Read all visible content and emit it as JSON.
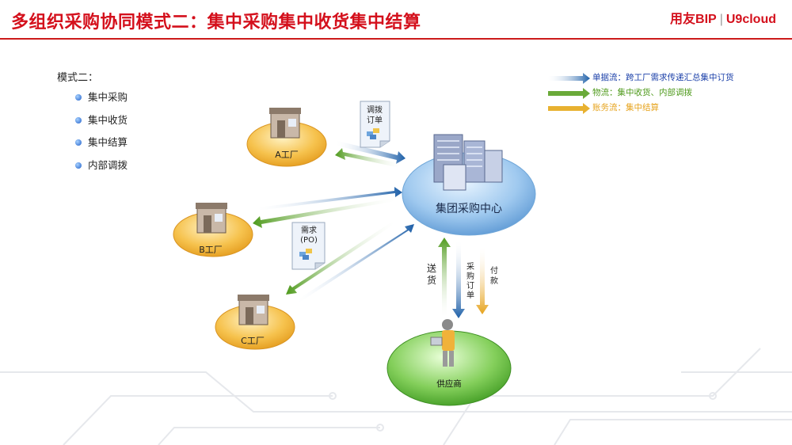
{
  "page": {
    "title": "多组织采购协同模式二：集中采购集中收货集中结算",
    "brand_main": "用友BIP",
    "brand_separator": "|",
    "brand_sub": "U9cloud"
  },
  "mode": {
    "heading": "模式二：",
    "items": [
      "集中采购",
      "集中收货",
      "集中结算",
      "内部调拨"
    ]
  },
  "legend": [
    {
      "text": "单据流：跨工厂需求传递汇总集中订货",
      "color": "#1a3fa8"
    },
    {
      "text": "物流：集中收货、内部调拨",
      "color": "#4f9a1c"
    },
    {
      "text": "账务流：集中结算",
      "color": "#e6a21a"
    }
  ],
  "nodes": {
    "center": "集团采购中心",
    "factory_a": "A工厂",
    "factory_b": "B工厂",
    "factory_c": "C工厂",
    "supplier": "供应商"
  },
  "docs": {
    "transfer_order": [
      "调拨",
      "订单"
    ],
    "demand_po": [
      "需求",
      "(PO)"
    ]
  },
  "flow_labels": {
    "delivery": [
      "送",
      "货"
    ],
    "purchase_order": [
      "采",
      "购",
      "订",
      "单"
    ],
    "payment": [
      "付",
      "款"
    ]
  },
  "colors": {
    "title_red": "#d4101c",
    "doc_flow_blue": "#1d5fa8",
    "logistics_green": "#5aa123",
    "finance_yellow": "#e6a81a",
    "center_blue": "#8fc0ea",
    "factory_orange": "#f3b63a",
    "supplier_green": "#6cc04a"
  }
}
